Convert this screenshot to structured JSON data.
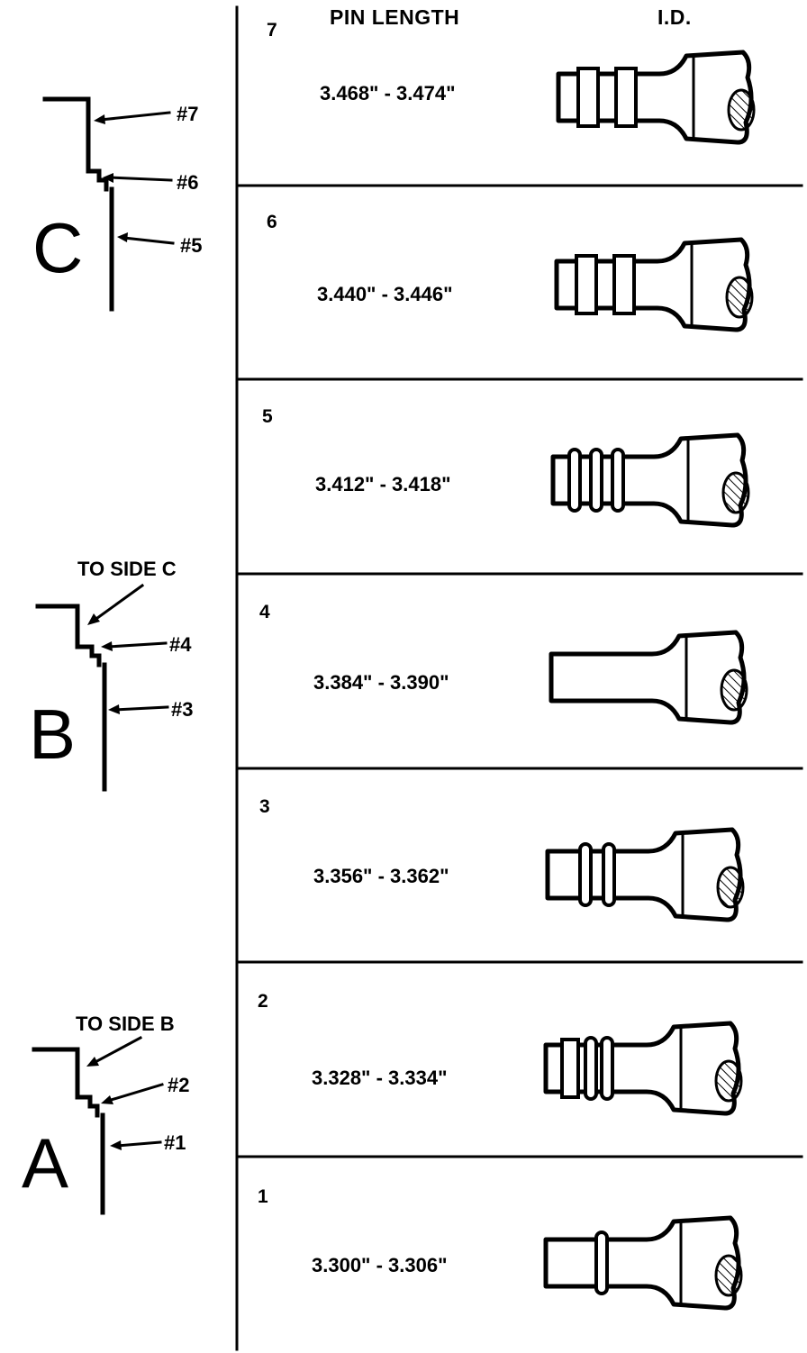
{
  "headers": {
    "pin_length": "PIN LENGTH",
    "id": "I.D."
  },
  "rows": [
    {
      "number": "7",
      "length": "3.468\" - 3.474\""
    },
    {
      "number": "6",
      "length": "3.440\" - 3.446\""
    },
    {
      "number": "5",
      "length": "3.412\" - 3.418\""
    },
    {
      "number": "4",
      "length": "3.384\" - 3.390\""
    },
    {
      "number": "3",
      "length": "3.356\" - 3.362\""
    },
    {
      "number": "2",
      "length": "3.328\" - 3.334\""
    },
    {
      "number": "1",
      "length": "3.300\" - 3.306\""
    }
  ],
  "sides": {
    "c": {
      "letter": "C",
      "upper": "#7",
      "middle": "#6",
      "lower": "#5"
    },
    "b": {
      "letter": "B",
      "note": "TO SIDE C",
      "middle": "#4",
      "lower": "#3"
    },
    "a": {
      "letter": "A",
      "note": "TO SIDE B",
      "middle": "#2",
      "lower": "#1"
    }
  }
}
